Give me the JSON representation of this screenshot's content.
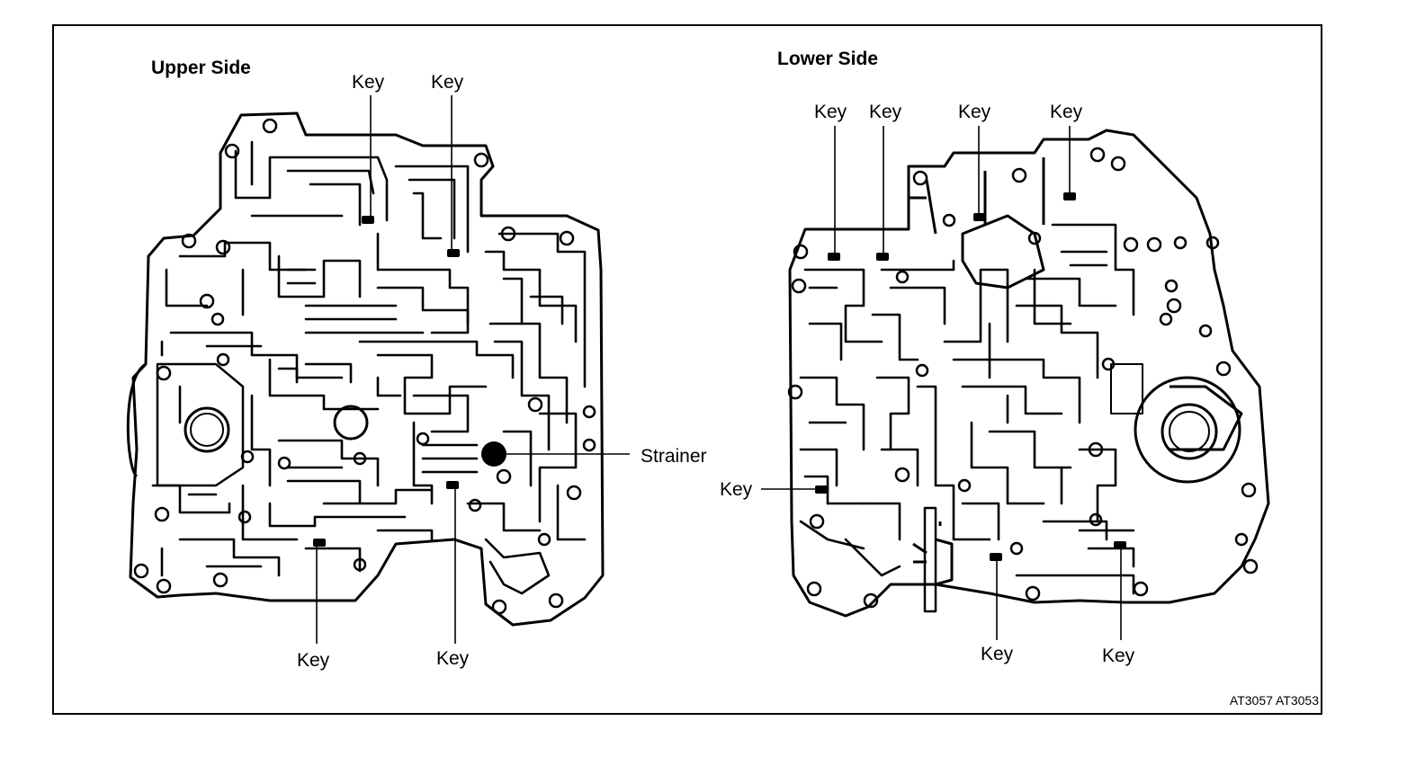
{
  "upper": {
    "title": "Upper Side",
    "key": "Key",
    "strainer": "Strainer"
  },
  "lower": {
    "title": "Lower Side",
    "key": "Key"
  },
  "figure_code": "AT3057 AT3053",
  "colors": {
    "ink": "#000000",
    "paper": "#ffffff"
  }
}
